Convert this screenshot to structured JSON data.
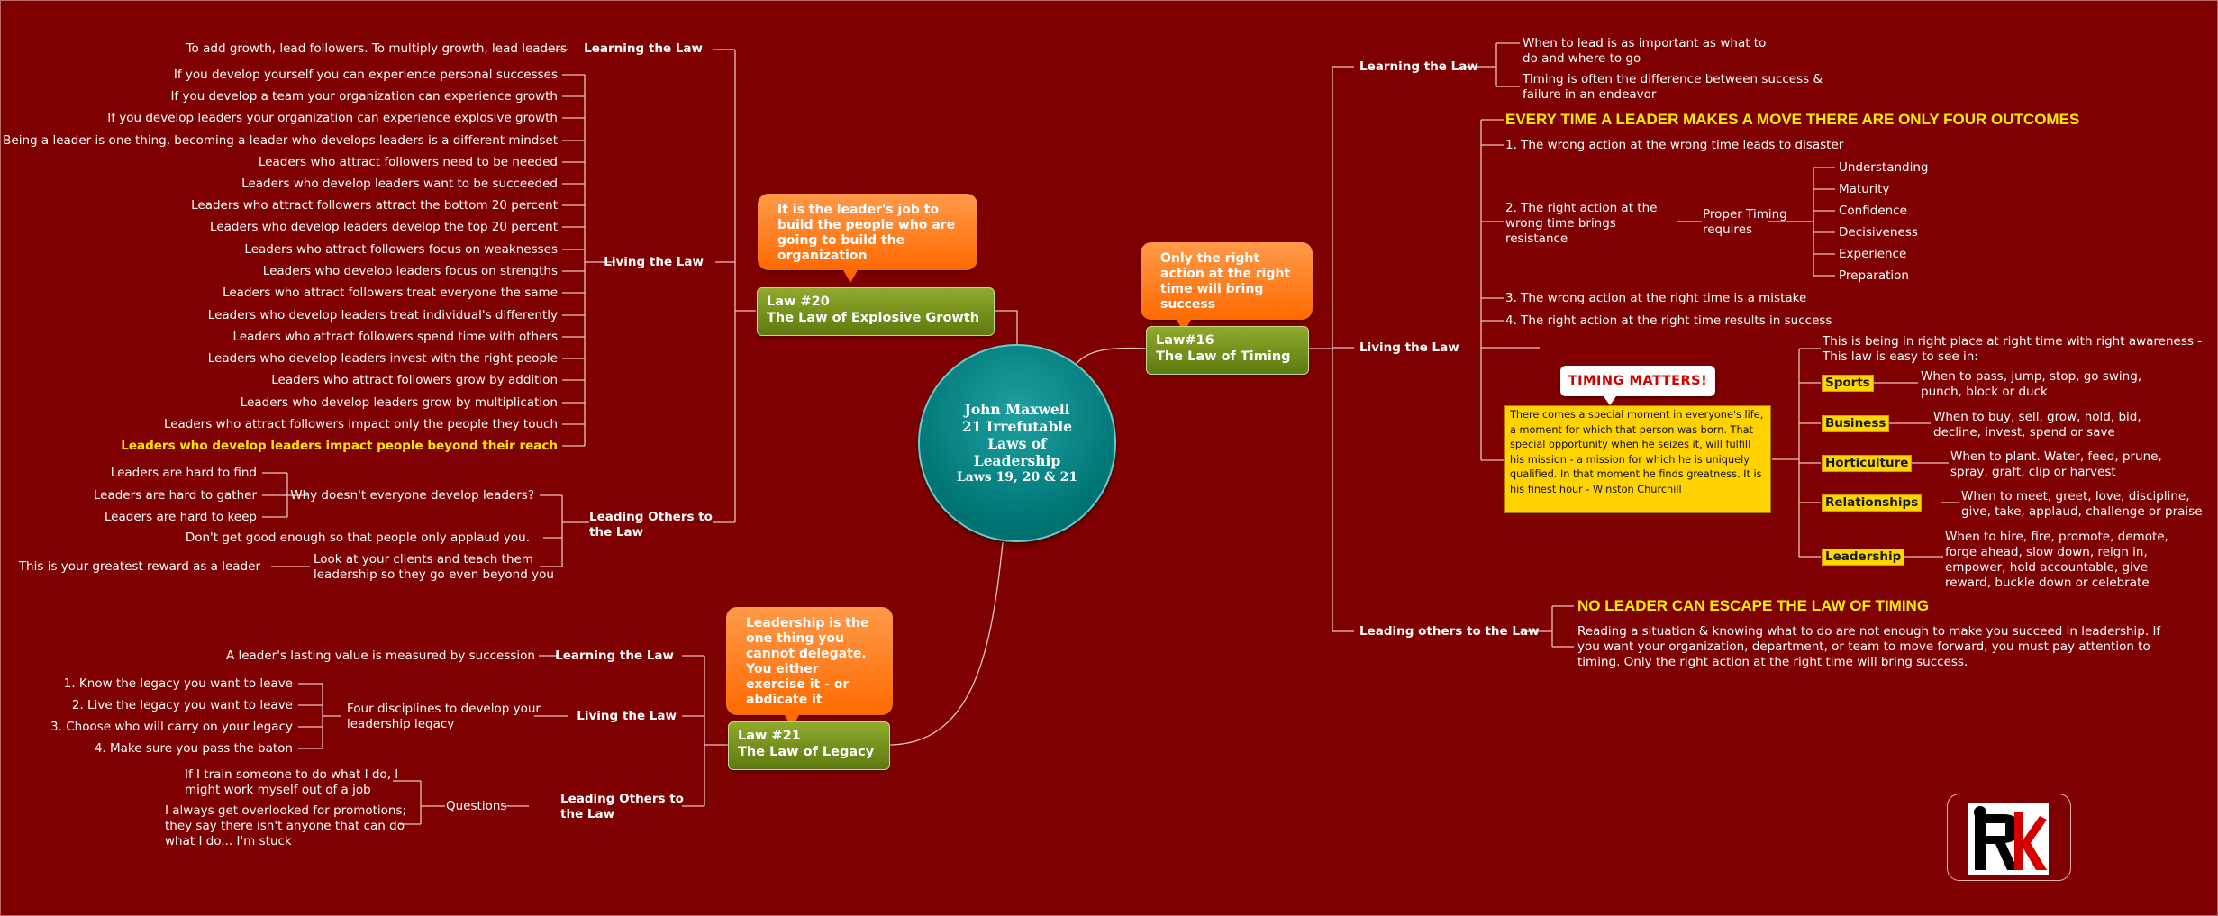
{
  "center": {
    "line1": "John Maxwell",
    "line2": "21 Irrefutable",
    "line3": "Laws of",
    "line4": "Leadership",
    "line5": "Laws 19, 20 & 21"
  },
  "law20": {
    "title1": "Law #20",
    "title2": "The Law of Explosive Growth",
    "callout": "It is the leader's job to build the people who are going to build the organization",
    "learning": {
      "label": "Learning the Law",
      "text": "To add growth, lead followers. To multiply growth, lead leaders"
    },
    "living": {
      "label": "Living the Law",
      "items": [
        "If you develop yourself you can experience personal successes",
        "If you develop a team your organization can experience growth",
        "If you develop leaders your organization can experience explosive growth",
        "Being a leader is one thing, becoming a leader who develops leaders is a different mindset",
        "Leaders who attract followers need to be needed",
        "Leaders who develop leaders want to be succeeded",
        "Leaders who attract followers attract the bottom 20 percent",
        "Leaders who develop leaders develop the top 20 percent",
        "Leaders who attract followers focus on weaknesses",
        "Leaders who develop leaders focus on strengths",
        "Leaders who attract followers treat everyone the same",
        "Leaders who develop leaders treat individual's differently",
        "Leaders who attract followers spend time with others",
        "Leaders who develop leaders invest with the right people",
        "Leaders who attract followers grow by addition",
        "Leaders who develop leaders grow by multiplication",
        "Leaders who attract followers impact only the people they touch",
        "Leaders who develop leaders impact people beyond their reach"
      ]
    },
    "leading": {
      "label1": "Leading Others to",
      "label2": "the Law",
      "why": "Why doesn't everyone develop leaders?",
      "why_items": [
        "Leaders are hard to find",
        "Leaders are hard to gather",
        "Leaders are hard to keep"
      ],
      "applaud": "Don't get good enough so that people only applaud you.",
      "look1": "Look at your clients and teach them",
      "look2": "leadership so they go even beyond you",
      "reward": "This is your greatest reward as a leader"
    }
  },
  "law21": {
    "title1": "Law #21",
    "title2": "The Law of Legacy",
    "callout": "Leadership is the one thing you cannot delegate. You either exercise it - or abdicate it",
    "learning": {
      "label": "Learning the Law",
      "text": "A leader's lasting value is measured by succession"
    },
    "living": {
      "label": "Living the Law",
      "d1": "Four disciplines to develop your",
      "d2": "leadership legacy",
      "items": [
        "1. Know the legacy you want to leave",
        "2. Live the legacy you want to leave",
        "3. Choose who will carry on your legacy",
        "4. Make sure you pass the baton"
      ]
    },
    "leading": {
      "label1": "Leading Others to",
      "label2": "the Law",
      "questions": "Questions",
      "q1a": "If I train someone to do what I do, I",
      "q1b": "might work myself out of a job",
      "q2a": "I always get overlooked for promotions;",
      "q2b": "they say there isn't anyone that can do",
      "q2c": "what I do... I'm stuck"
    }
  },
  "law16": {
    "title1": "Law#16",
    "title2": "The Law of Timing",
    "callout": "Only the right action at the right time will bring success",
    "learning": {
      "label": "Learning the Law",
      "a1": "When to lead is as important as what to",
      "a2": "do and where to go",
      "b1": "Timing is often the difference between success &",
      "b2": "failure in an endeavor"
    },
    "living": {
      "label": "Living the Law",
      "headline": "EVERY TIME A LEADER MAKES A MOVE THERE ARE ONLY FOUR OUTCOMES",
      "o1": "1. The wrong action at the wrong time leads to disaster",
      "o2a": "2. The right action at the",
      "o2b": "wrong time brings",
      "o2c": "resistance",
      "proper1": "Proper Timing",
      "proper2": "requires",
      "requires": [
        "Understanding",
        "Maturity",
        "Confidence",
        "Decisiveness",
        "Experience",
        "Preparation"
      ],
      "o3": "3. The wrong action at the right time is a mistake",
      "o4": "4. The right action at the right time results in success",
      "timing_matters": "TIMING MATTERS!",
      "note": "There comes a special moment in everyone's life, a moment for which that person was born. That special opportunity when he seizes it, will fulfill his mission - a mission for which he is uniquely qualified. In that moment he finds greatness. It is his finest hour - Winston Churchill",
      "right1": "This is being in right place at right time with right awareness -",
      "right2": "This law is easy to see in:",
      "fields": [
        {
          "name": "Sports",
          "l1": "When to pass, jump, stop, go swing,",
          "l2": "punch, block or duck",
          "l3": ""
        },
        {
          "name": "Business",
          "l1": "When to buy, sell, grow, hold, bid,",
          "l2": "decline, invest, spend or save",
          "l3": ""
        },
        {
          "name": "Horticulture",
          "l1": "When to plant. Water, feed, prune,",
          "l2": "spray, graft, clip or harvest",
          "l3": ""
        },
        {
          "name": "Relationships",
          "l1": "When to meet, greet, love, discipline,",
          "l2": "give, take, applaud, challenge or praise",
          "l3": ""
        },
        {
          "name": "Leadership",
          "l1": "When to hire, fire, promote, demote,",
          "l2": "forge ahead, slow down, reign in,",
          "l3": "empower, hold accountable, give",
          "l4": "reward, buckle down or celebrate"
        }
      ]
    },
    "leading": {
      "label": "Leading others to the Law",
      "headline": "NO LEADER CAN ESCAPE THE LAW OF TIMING",
      "p1": "Reading a situation & knowing what to do are not enough to make you succeed in leadership. If",
      "p2": "you want your organization, department, or team to move forward, you must pay attention to",
      "p3": "timing. Only the right action at the right time will bring success."
    }
  },
  "colors": {
    "background": "#7f0000",
    "law_box": "#6f8c1a",
    "callout": "#ff6a00",
    "center": "#007777",
    "highlight": "#ffd700"
  }
}
